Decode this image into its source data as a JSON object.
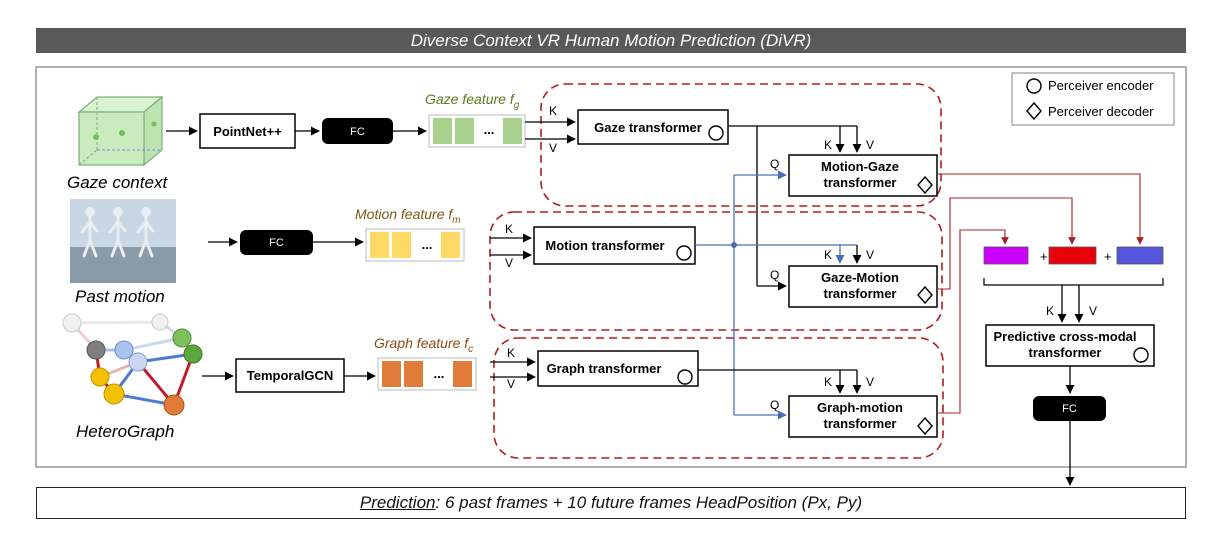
{
  "title": "Diverse Context VR Human Motion Prediction (DiVR)",
  "prediction": {
    "lead": "Prediction",
    "rest": ": 6 past frames + 10 future frames HeadPosition (Px, Py)"
  },
  "legend": {
    "encoder": "Perceiver encoder",
    "decoder": "Perceiver decoder"
  },
  "inputs": {
    "gaze": "Gaze context",
    "motion": "Past motion",
    "graph": "HeteroGraph"
  },
  "extractors": {
    "pointnet": "PointNet++",
    "fc": "FC",
    "temporal_gcn": "TemporalGCN"
  },
  "features": {
    "gaze": {
      "label": "Gaze feature f",
      "sub": "g",
      "color": "#a9d18e"
    },
    "motion": {
      "label": "Motion feature f",
      "sub": "m",
      "color": "#ffd966"
    },
    "graph": {
      "label": "Graph feature f",
      "sub": "c",
      "color": "#e07b39"
    },
    "ellipsis": "..."
  },
  "transformers": {
    "gaze": "Gaze transformer",
    "motion": "Motion transformer",
    "graph": "Graph transformer",
    "motion_gaze": [
      "Motion-Gaze",
      "transformer"
    ],
    "gaze_motion": [
      "Gaze-Motion",
      "transformer"
    ],
    "graph_motion": [
      "Graph-motion",
      "transformer"
    ],
    "predictive": [
      "Predictive cross-modal",
      "transformer"
    ]
  },
  "qkv": {
    "q": "Q",
    "k": "K",
    "v": "V"
  },
  "plus": "+",
  "colors": {
    "fusion_magenta": "#cc00ff",
    "fusion_red": "#e8000b",
    "fusion_blue": "#5555dd",
    "dashed_red": "#b01c24",
    "q_arrow_blue": "#4a6fb5",
    "fc_black": "#000000"
  }
}
